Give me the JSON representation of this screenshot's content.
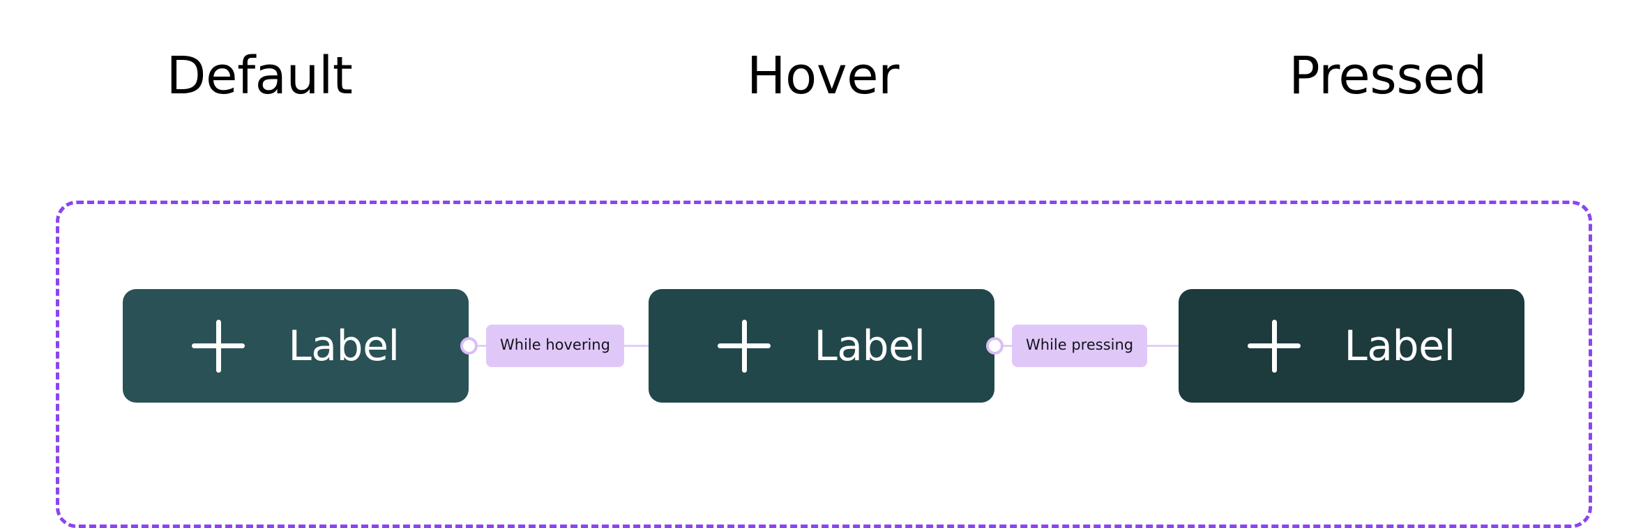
{
  "canvas": {
    "background": "#ffffff",
    "frame_color": "#8B45F0"
  },
  "headings": [
    {
      "id": "default",
      "label": "Default"
    },
    {
      "id": "hover",
      "label": "Hover"
    },
    {
      "id": "pressed",
      "label": "Pressed"
    }
  ],
  "buttons": [
    {
      "id": "default",
      "state": "Default",
      "label": "Label",
      "icon": "plus-icon",
      "background": "#2A5256",
      "text_color": "#ffffff"
    },
    {
      "id": "hover",
      "state": "Hover",
      "label": "Label",
      "icon": "plus-icon",
      "background": "#22474A",
      "text_color": "#ffffff"
    },
    {
      "id": "pressed",
      "state": "Pressed",
      "label": "Label",
      "icon": "plus-icon",
      "background": "#1D3A3D",
      "text_color": "#ffffff"
    }
  ],
  "connectors": [
    {
      "id": "hovering",
      "label": "While hovering",
      "from": "default",
      "to": "hover",
      "chip_background": "#DFC8F8",
      "chip_text_color": "#14121A",
      "line_color": "#E2CDF6"
    },
    {
      "id": "pressing",
      "label": "While pressing",
      "from": "hover",
      "to": "pressed",
      "chip_background": "#DFC8F8",
      "chip_text_color": "#14121A",
      "line_color": "#E2CDF6"
    }
  ]
}
